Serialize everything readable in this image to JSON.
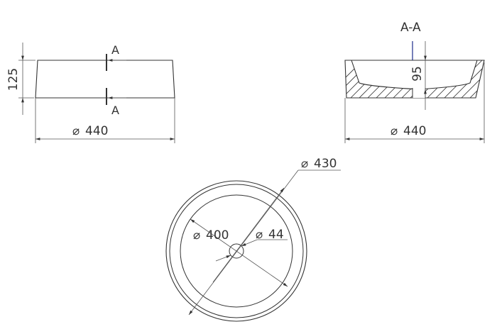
{
  "front_view": {
    "height_label": "125",
    "diameter_label": "440",
    "section_marker_top": "A",
    "section_marker_bottom": "A"
  },
  "section_view": {
    "title": "A-A",
    "depth_label": "95",
    "diameter_label": "440"
  },
  "top_view": {
    "outer_diameter_label": "430",
    "inner_diameter_label": "400",
    "drain_diameter_label": "44"
  },
  "symbols": {
    "diameter": "⌀"
  },
  "colors": {
    "line": "#333333",
    "accent": "#1a2a8a"
  }
}
